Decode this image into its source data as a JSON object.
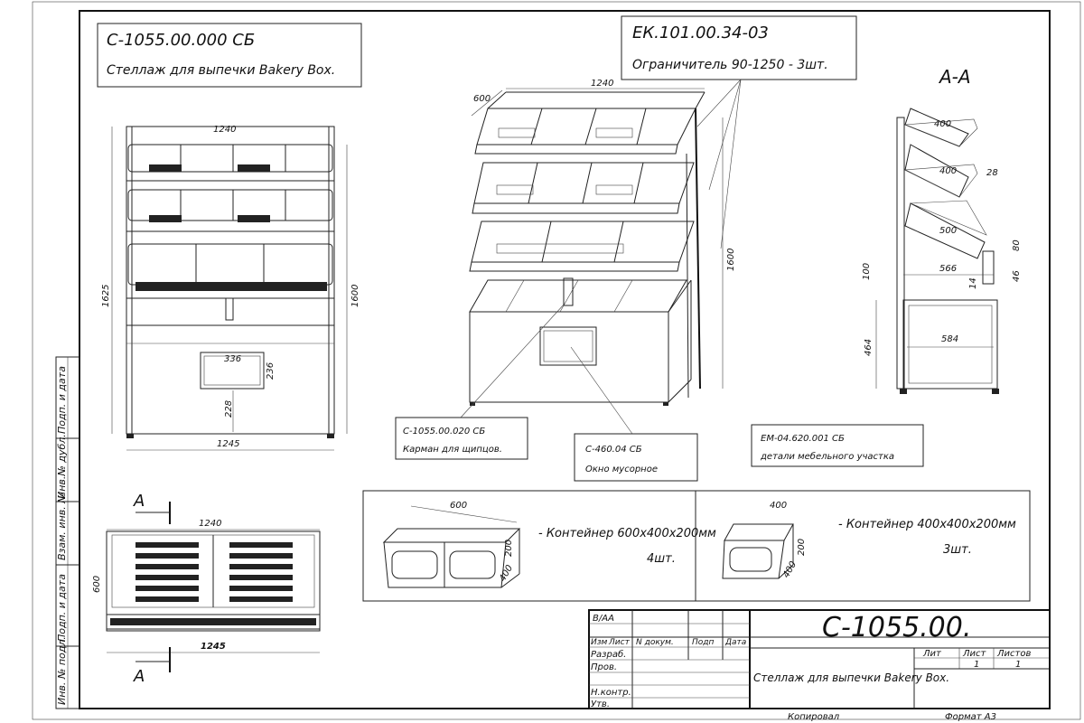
{
  "header": {
    "code": "С-1055.00.000 СБ",
    "name": "Стеллаж для выпечки Bakery Box."
  },
  "limiter": {
    "code": "ЕК.101.00.34-03",
    "desc": "Ограничитель 90-1250 - 3шт."
  },
  "section": {
    "label": "А-А",
    "letter": "А"
  },
  "front_view": {
    "dims": {
      "width_top": "1240",
      "height_left": "1625",
      "height_right": "1600",
      "width_bottom": "1245",
      "win_w": "336",
      "win_h": "236",
      "win_base": "228"
    }
  },
  "iso_view": {
    "dims": {
      "depth": "600",
      "width": "1240",
      "height": "1600"
    }
  },
  "side_view": {
    "dims": {
      "d400a": "400",
      "d400b": "400",
      "d28": "28",
      "d500": "500",
      "d80": "80",
      "d566": "566",
      "d100": "100",
      "d14": "14",
      "d46": "46",
      "d464": "464",
      "d584": "584"
    }
  },
  "plan_view": {
    "dims": {
      "width": "1240",
      "depth": "600",
      "bottom": "1245"
    }
  },
  "callouts": [
    {
      "code": "С-1055.00.020 СБ",
      "desc": "Карман для щипцов."
    },
    {
      "code": "С-460.04 СБ",
      "desc": "Окно мусорное"
    },
    {
      "code": "ЕМ-04.620.001 СБ",
      "desc": "детали мебельного участка"
    }
  ],
  "containers": [
    {
      "text": "- Контейнер 600х400х200мм",
      "qty": "4шт.",
      "d1": "600",
      "d2": "400",
      "d3": "200"
    },
    {
      "text": "- Контейнер 400х400х200мм",
      "qty": "3шт.",
      "d1": "400",
      "d2": "400",
      "d3": "200"
    }
  ],
  "title_block": {
    "stamp": "В/АА",
    "cols": [
      "Изм",
      "Лист",
      "N докум.",
      "Подп",
      "Дата"
    ],
    "rows": [
      "Разраб.",
      "Пров.",
      "Н.контр.",
      "Утв."
    ],
    "number": "С-1055.00.",
    "title": "Стеллаж для выпечки Bakery Box.",
    "lit_label": "Лит",
    "sheet_label": "Лист",
    "sheets_label": "Листов",
    "sheet": "1",
    "sheets": "1",
    "copied": "Копировал",
    "format": "Формат А3"
  },
  "side_strip": [
    "Инв. № подл.",
    "Подп. и дата",
    "Взам. инв. №",
    "Инв.№ дубл.",
    "Подп. и дата"
  ]
}
